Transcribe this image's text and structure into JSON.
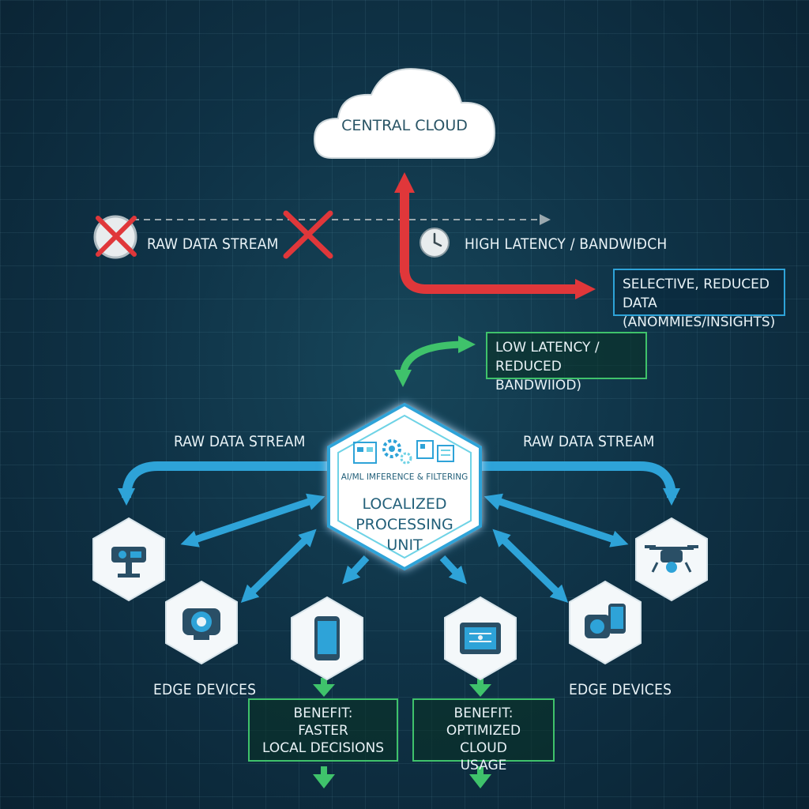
{
  "cloud": {
    "label": "CENTRAL CLOUD"
  },
  "top_flow": {
    "raw_stream_label": "RAW DATA STREAM",
    "latency_label": "HIGH LATENCY / BANDWIÐCH",
    "selective_label_line1": "SELECTIVE, REDUCED DATA",
    "selective_label_line2": "(ANOMMIES/INSIGHTS)"
  },
  "low_latency": {
    "line1": "LOW LATENCY /",
    "line2": "REDUCED BANDWIIOD)"
  },
  "processing_unit": {
    "subtitle": "AI/ML IMFERENCE & FILTERING",
    "title_line1": "LOCALIZED",
    "title_line2": "PROCESSING",
    "title_line3": "UNIT"
  },
  "side_streams": {
    "left_label": "RAW DATA STREAM",
    "right_label": "RAW DATA STREAM"
  },
  "edge_labels": {
    "left": "EDGE DEVICES",
    "right": "EDGE DEVICES"
  },
  "benefits": [
    {
      "line1": "BENEFIT:",
      "line2": "FASTER",
      "line3": "LOCAL DECISIONS"
    },
    {
      "line1": "BENEFIT:",
      "line2": "OPTIMIZED CLOUD",
      "line3": "USAGE"
    }
  ],
  "devices": [
    {
      "icon": "sensor-icon"
    },
    {
      "icon": "camera-icon"
    },
    {
      "icon": "smartphone-icon"
    },
    {
      "icon": "circuit-board-icon"
    },
    {
      "icon": "camera-phone-icon"
    },
    {
      "icon": "drone-icon"
    }
  ],
  "colors": {
    "background": "#0f3347",
    "grid": "#78b4c8",
    "blue_arrow": "#2ea3d8",
    "red_arrow": "#e0373a",
    "green": "#3fc26b",
    "text": "#e9f3f7"
  }
}
